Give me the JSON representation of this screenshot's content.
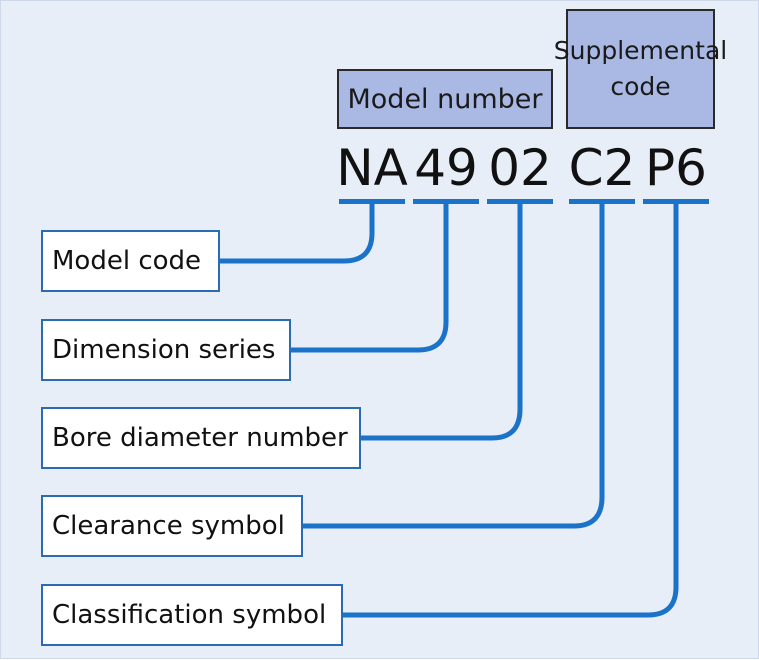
{
  "headers": {
    "model_number": "Model number",
    "supplemental_code": "Supplemental code"
  },
  "code_parts": [
    "NA",
    "49",
    "02",
    "C2",
    "P6"
  ],
  "labels": [
    "Model code",
    "Dimension series",
    "Bore diameter number",
    "Clearance symbol",
    "Classification symbol"
  ],
  "colors": {
    "background": "#e7eef8",
    "header_fill": "#a9b9e4",
    "connector": "#1a73c8",
    "label_border": "#2a6bb3"
  }
}
